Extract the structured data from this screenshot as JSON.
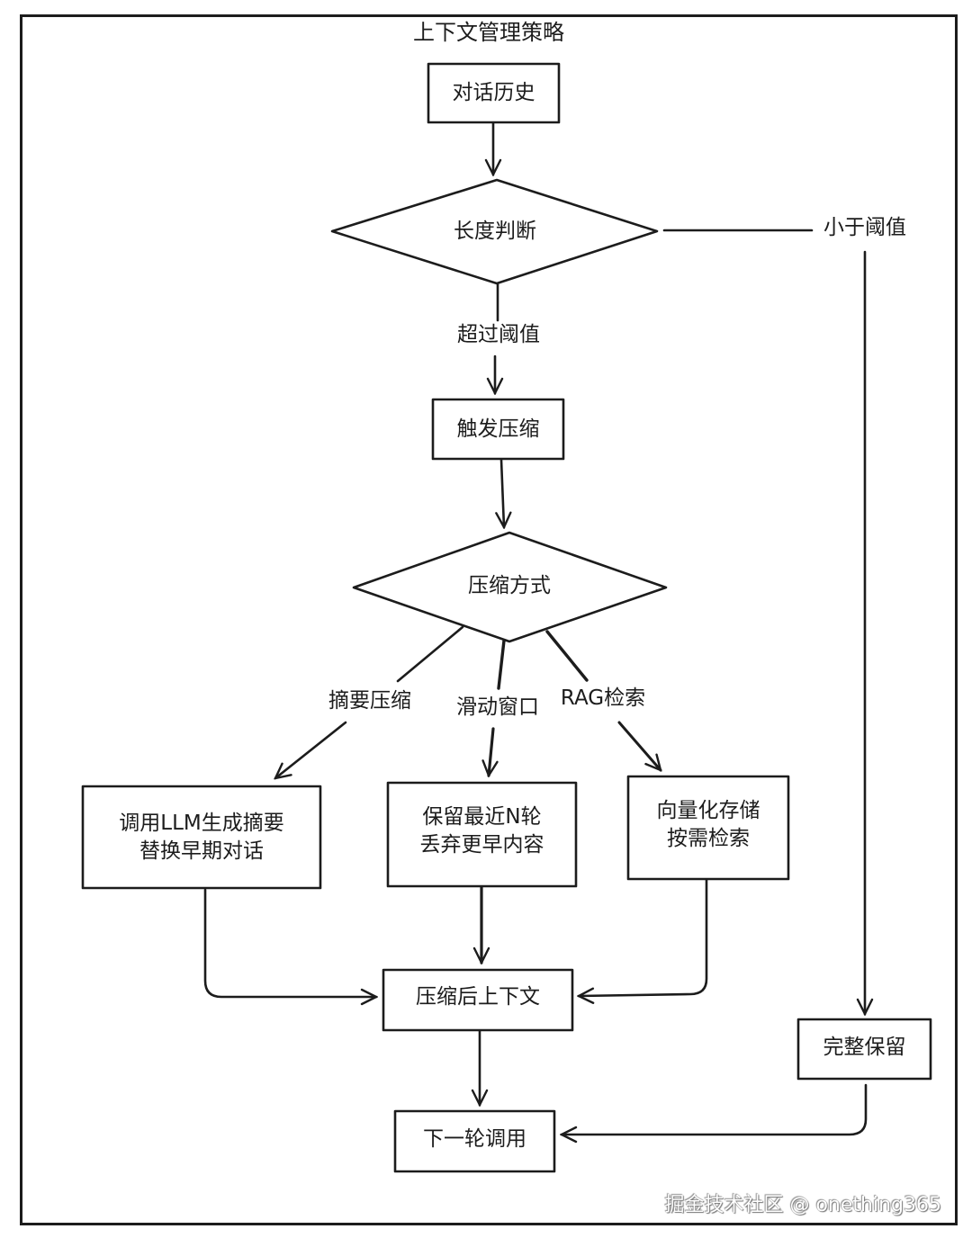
{
  "diagram": {
    "title": "上下文管理策略",
    "nodes": {
      "history": {
        "type": "process",
        "lines": [
          "对话历史"
        ]
      },
      "length_check": {
        "type": "decision",
        "lines": [
          "长度判断"
        ]
      },
      "trigger": {
        "type": "process",
        "lines": [
          "触发压缩"
        ]
      },
      "method": {
        "type": "decision",
        "lines": [
          "压缩方式"
        ]
      },
      "summary": {
        "type": "process",
        "lines": [
          "调用LLM生成摘要",
          "替换早期对话"
        ]
      },
      "window": {
        "type": "process",
        "lines": [
          "保留最近N轮",
          "丢弃更早内容"
        ]
      },
      "rag": {
        "type": "process",
        "lines": [
          "向量化存储",
          "按需检索"
        ]
      },
      "compressed": {
        "type": "process",
        "lines": [
          "压缩后上下文"
        ]
      },
      "keep_full": {
        "type": "process",
        "lines": [
          "完整保留"
        ]
      },
      "next_call": {
        "type": "process",
        "lines": [
          "下一轮调用"
        ]
      }
    },
    "edge_labels": {
      "below_threshold": "小于阈值",
      "above_threshold": "超过阈值",
      "summary_compress": "摘要压缩",
      "sliding_window": "滑动窗口",
      "rag_retrieval": "RAG检索"
    },
    "edges": [
      {
        "from": "history",
        "to": "length_check",
        "label": ""
      },
      {
        "from": "length_check",
        "to": "trigger",
        "label": "above_threshold"
      },
      {
        "from": "length_check",
        "to": "keep_full",
        "label": "below_threshold"
      },
      {
        "from": "trigger",
        "to": "method",
        "label": ""
      },
      {
        "from": "method",
        "to": "summary",
        "label": "summary_compress"
      },
      {
        "from": "method",
        "to": "window",
        "label": "sliding_window"
      },
      {
        "from": "method",
        "to": "rag",
        "label": "rag_retrieval"
      },
      {
        "from": "summary",
        "to": "compressed",
        "label": ""
      },
      {
        "from": "window",
        "to": "compressed",
        "label": ""
      },
      {
        "from": "rag",
        "to": "compressed",
        "label": ""
      },
      {
        "from": "compressed",
        "to": "next_call",
        "label": ""
      },
      {
        "from": "keep_full",
        "to": "next_call",
        "label": ""
      }
    ],
    "colors": {
      "stroke": "#1c1c1c",
      "background": "#ffffff"
    }
  },
  "watermark": "掘金技术社区 @ onething365"
}
